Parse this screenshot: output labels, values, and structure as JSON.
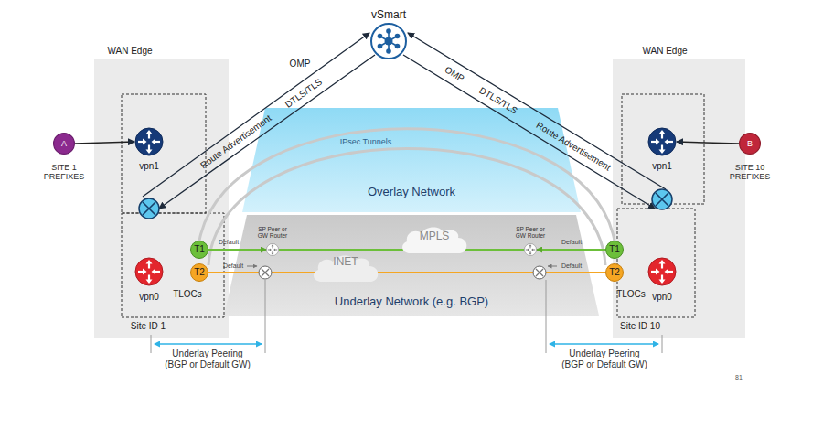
{
  "diagram": {
    "nodes": [
      {
        "text": [
          "WAN Edge",
          "Site ID 1"
        ]
      },
      {
        "text": [
          "vpn1"
        ],
        "in": 0
      },
      {
        "text": [
          "vpn0"
        ],
        "in": 0
      },
      {
        "text": [
          "T1"
        ],
        "in": 0
      },
      {
        "text": [
          "T2"
        ],
        "in": 0
      },
      {
        "text": [
          "A",
          "SITE 1 PREFIXES"
        ]
      },
      {
        "text": [
          "vSmart"
        ]
      },
      {
        "text": [
          "Overlay Network"
        ]
      },
      {
        "text": [
          "Underlay Network (e.g. BGP)"
        ]
      },
      {
        "text": [
          "MPLS"
        ],
        "in": 8
      },
      {
        "text": [
          "INET"
        ],
        "in": 8
      },
      {
        "text": [
          "SP Peer or GW Router"
        ],
        "in": 8
      },
      {
        "text": [
          "SP Peer or GW Router"
        ],
        "in": 8
      },
      {
        "text": [
          "WAN Edge",
          "Site ID 10"
        ]
      },
      {
        "text": [
          "vpn1"
        ],
        "in": 13
      },
      {
        "text": [
          "T1"
        ],
        "in": 13
      },
      {
        "text": [
          "T2"
        ],
        "in": 13
      },
      {
        "text": [
          "vpn0"
        ],
        "in": 13
      },
      {
        "text": [
          "B",
          "SITE 10 PREFIXES"
        ]
      }
    ],
    "edges": [
      {
        "from": 5,
        "to": 1,
        "arrow": "to"
      },
      {
        "from": 18,
        "to": 14,
        "arrow": "to"
      },
      {
        "from": 0,
        "to": 6,
        "arrow": "to",
        "label": "DTLS/TLS"
      },
      {
        "from": 6,
        "to": 0,
        "arrow": "to",
        "label": "Route Advertisement"
      },
      {
        "from": 13,
        "to": 6,
        "arrow": "to",
        "label": "DTLS/TLS"
      },
      {
        "from": 6,
        "to": 13,
        "arrow": "to",
        "label": "Route Advertisement"
      },
      {
        "from": 3,
        "to": 15,
        "arrow": "none"
      },
      {
        "from": 4,
        "to": 16,
        "arrow": "none"
      },
      {
        "from": 3,
        "to": 11,
        "arrow": "to",
        "label": "Default"
      },
      {
        "from": 11,
        "to": 12,
        "arrow": "none"
      },
      {
        "from": 15,
        "to": 12,
        "arrow": "to",
        "label": "Default"
      },
      {
        "from": 4,
        "to": 16,
        "arrow": "none"
      }
    ],
    "labels": [
      "OMP",
      "OMP",
      "IPsec Tunnels",
      "TLOCs",
      "TLOCs",
      "Default",
      "Default",
      "Underlay Peering (BGP or Default GW)",
      "Underlay Peering (BGP or Default GW)",
      "81"
    ]
  }
}
